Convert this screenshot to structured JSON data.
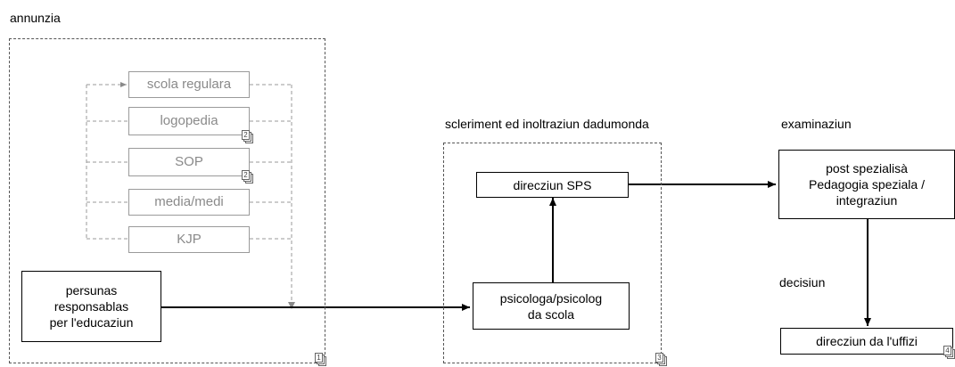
{
  "sections": {
    "annunzia": "annunzia",
    "scleriment": "scleriment ed inoltraziun dadumonda",
    "examinaziun": "examinaziun",
    "decisiun": "decisiun"
  },
  "gray_boxes": [
    "scola regulara",
    "logopedia",
    "SOP",
    "media/medi",
    "KJP"
  ],
  "boxes": {
    "persunas": "persunas\nresponsablas\nper l'educaziun",
    "psicologa": "psicologa/psicolog\nda scola",
    "direcziun_sps": "direcziun SPS",
    "post_spezialisa": "post spezialisà\nPedagogia speziala /\nintegraziun",
    "direcziun_uffizi": "direcziun da l'uffizi"
  },
  "doc_markers": {
    "logopedia": "2",
    "sop": "2",
    "annunzia": "1",
    "scleriment": "3",
    "decisiun": "4"
  }
}
